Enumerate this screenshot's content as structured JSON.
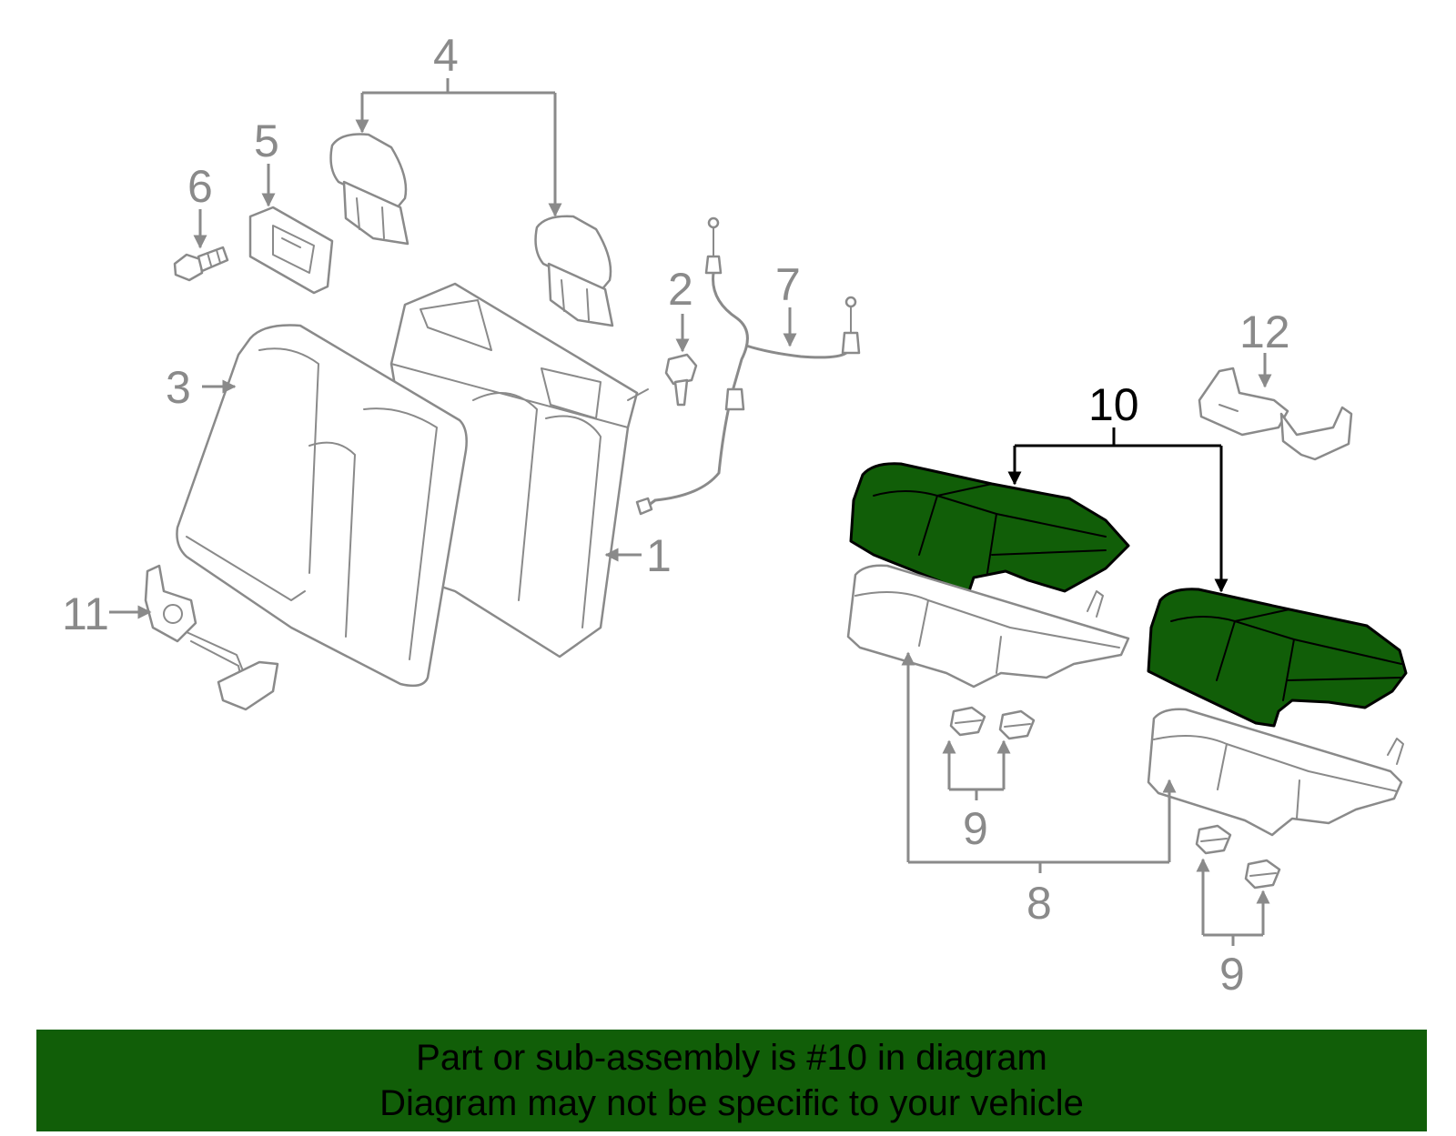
{
  "diagram": {
    "highlight_color": "#115e08",
    "line_color": "#8a8a8a",
    "highlighted_part": "10",
    "callouts": [
      "1",
      "2",
      "3",
      "4",
      "5",
      "6",
      "7",
      "8",
      "9",
      "9",
      "10",
      "11",
      "12"
    ]
  },
  "banner": {
    "line1": "Part or sub-assembly is #10 in diagram",
    "line2": "Diagram may not be specific to your vehicle",
    "background": "#115e08"
  }
}
